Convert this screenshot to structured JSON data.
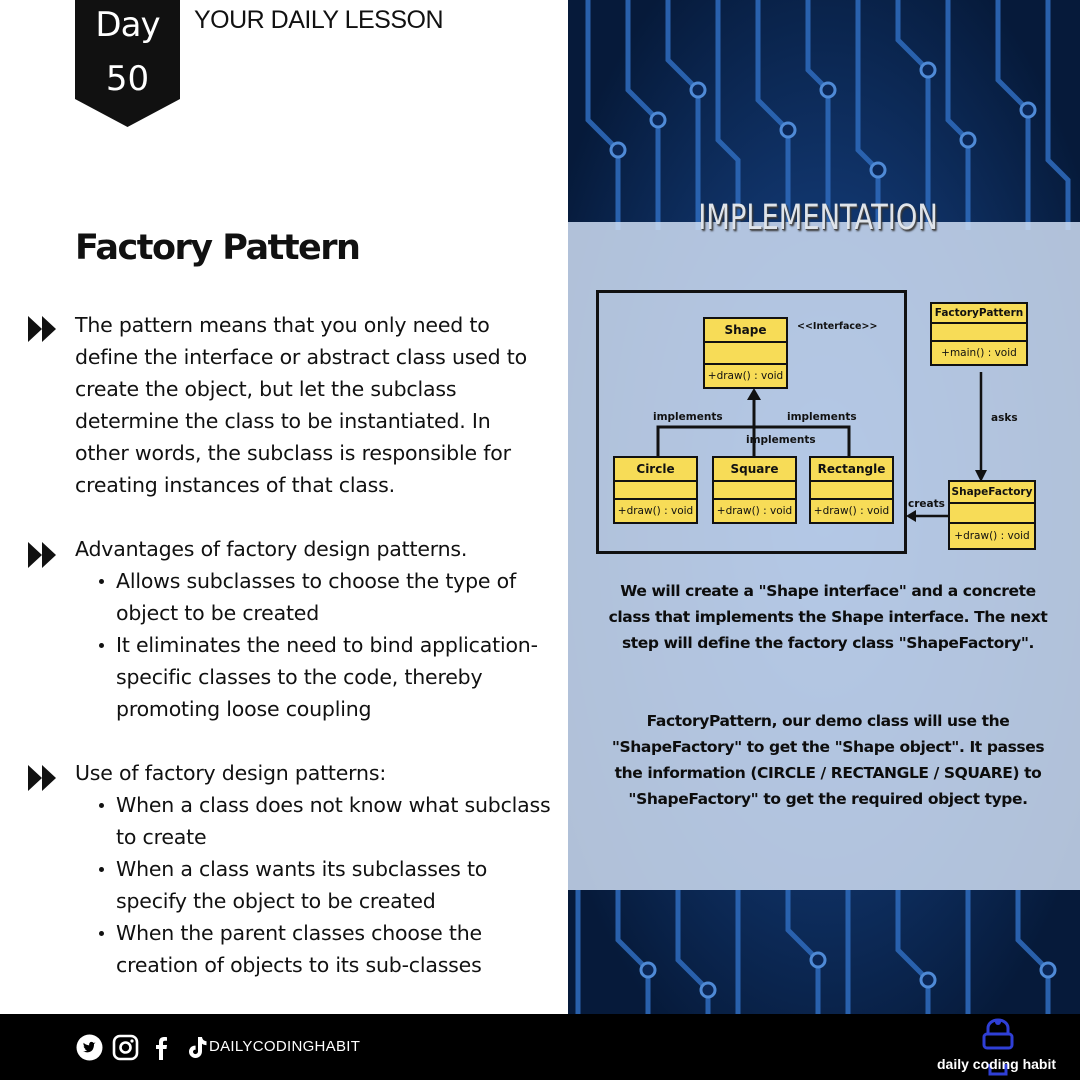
{
  "badge": {
    "line1": "Day",
    "line2": "50"
  },
  "header": {
    "lesson_label": "YOUR DAILY LESSON"
  },
  "title": "Factory Pattern",
  "intro": {
    "text": "The pattern means that you only need to define the interface or abstract class used to create the object, but let the subclass determine the class to be instantiated. In other words, the subclass is responsible for creating instances of that class."
  },
  "advantages": {
    "heading": "Advantages of factory design patterns.",
    "items": [
      "Allows subclasses to choose the type of object to be created",
      "It eliminates the need to bind application-specific classes to the code, thereby promoting loose coupling"
    ]
  },
  "uses": {
    "heading": "Use of factory design patterns:",
    "items": [
      "When a class does not know what subclass to create",
      "When a class wants its subclasses to specify the object to be created",
      "When the parent classes choose the creation of objects to its sub-classes"
    ]
  },
  "implementation": {
    "title": "IMPLEMENTATION",
    "diagram": {
      "shape": {
        "name": "Shape",
        "stereotype": "<<Interface>>",
        "method": "+draw() : void"
      },
      "circle": {
        "name": "Circle",
        "method": "+draw() : void"
      },
      "square": {
        "name": "Square",
        "method": "+draw() : void"
      },
      "rectangle": {
        "name": "Rectangle",
        "method": "+draw() : void"
      },
      "factory_pattern": {
        "name": "FactoryPattern",
        "method": "+main() : void"
      },
      "shape_factory": {
        "name": "ShapeFactory",
        "method": "+draw() : void"
      },
      "labels": {
        "implements_left": "implements",
        "implements_mid": "implements",
        "implements_right": "implements",
        "asks": "asks",
        "creats": "creats"
      }
    },
    "description_1": "We will create a \"Shape interface\" and a concrete class that implements the Shape interface. The next step will define the factory class \"ShapeFactory\".",
    "description_2": "FactoryPattern, our demo class will use the \"ShapeFactory\" to get the \"Shape object\". It passes the information (CIRCLE / RECTANGLE / SQUARE) to \"ShapeFactory\" to get the required object type."
  },
  "footer": {
    "social_icons": [
      "twitter-icon",
      "instagram-icon",
      "facebook-icon",
      "tiktok-icon"
    ],
    "handle": "DAILYCODINGHABIT",
    "brand": "daily coding habit"
  },
  "colors": {
    "uml_fill": "#f7dc57",
    "panel_bg": "#0c2f63",
    "text": "#111111"
  }
}
